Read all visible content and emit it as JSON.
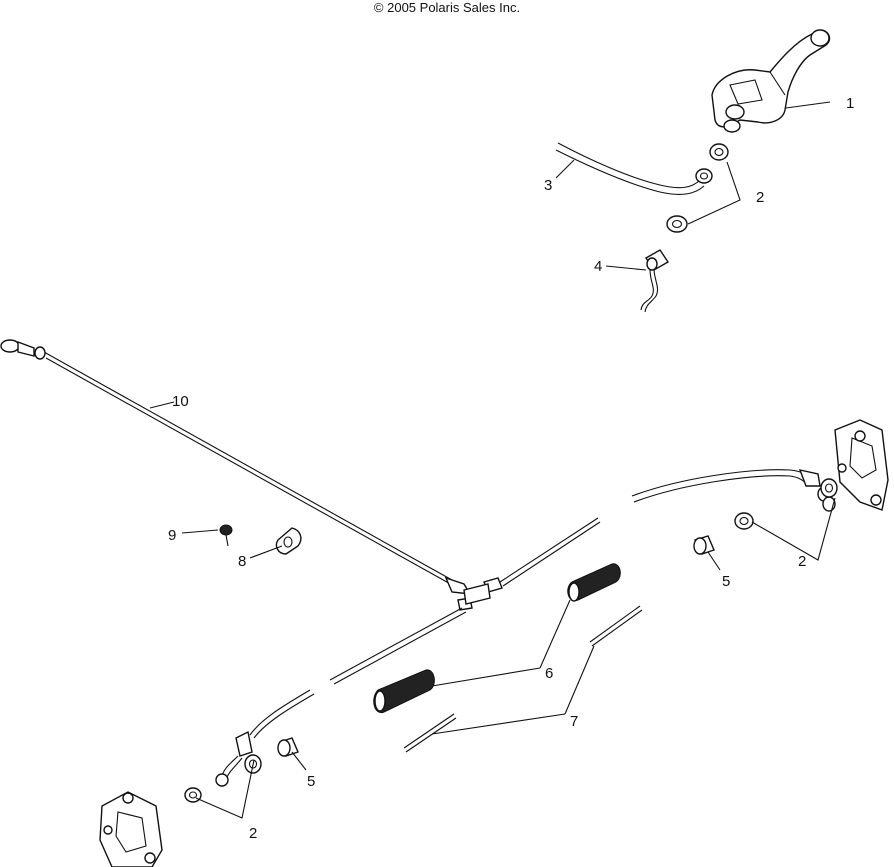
{
  "header": {
    "copyright": "© 2005 Polaris Sales Inc."
  },
  "callouts": {
    "c1": "1",
    "c2a": "2",
    "c2b": "2",
    "c2c": "2",
    "c3": "3",
    "c4": "4",
    "c5a": "5",
    "c5b": "5",
    "c6": "6",
    "c7": "7",
    "c8": "8",
    "c9": "9",
    "c10": "10"
  }
}
